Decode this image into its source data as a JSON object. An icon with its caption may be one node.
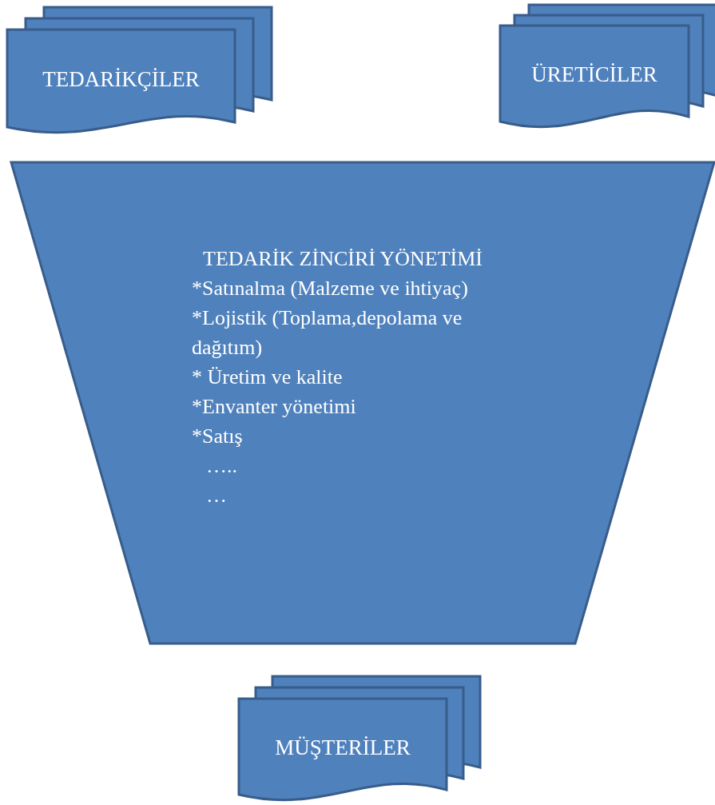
{
  "diagram": {
    "nodes": [
      {
        "text": [
          "TEDARİKÇİLER"
        ]
      },
      {
        "text": [
          "ÜRETİCİLER"
        ]
      },
      {
        "text": [
          "TEDARİK ZİNCİRİ YÖNETİMİ",
          "*Satınalma (Malzeme ve ihtiyaç)",
          "*Lojistik (Toplama,depolama ve dağıtım)",
          "* Üretim ve kalite",
          "*Envanter yönetimi",
          "*Satış",
          "…..",
          "…"
        ]
      },
      {
        "text": [
          "MÜŞTERİLER"
        ]
      }
    ]
  }
}
